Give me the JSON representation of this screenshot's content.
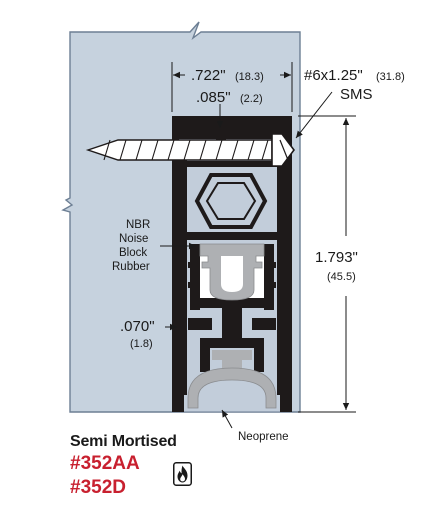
{
  "dimensions": {
    "overall_width": {
      "inch": ".722\"",
      "mm": "(18.3)"
    },
    "top_flange": {
      "inch": ".085\"",
      "mm": "(2.2)"
    },
    "height": {
      "inch": "1.793\"",
      "mm": "(45.5)"
    },
    "slot": {
      "inch": ".070\"",
      "mm": "(1.8)"
    }
  },
  "screw": {
    "size": "#6x1.25\"",
    "mm": "(31.8)",
    "type": "SMS"
  },
  "callouts": {
    "noise_block": [
      "NBR",
      "Noise",
      "Block",
      "Rubber"
    ],
    "seal": "Neoprene"
  },
  "caption": {
    "title": "Semi Mortised",
    "models": [
      "#352AA",
      "#352D"
    ]
  },
  "colors": {
    "door": "#c6d2de",
    "door_edge": "#6d7f94",
    "housing": "#1e1a1a",
    "rubber": "#aeb0b3",
    "model_red": "#c8202f"
  },
  "icons": {
    "fire_rating": "flame-icon"
  }
}
